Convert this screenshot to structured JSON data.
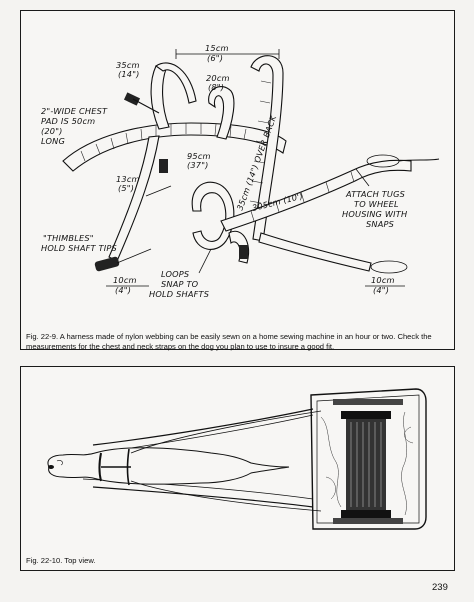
{
  "figure_1": {
    "labels": {
      "top_width": "15cm",
      "top_width_in": "(6\")",
      "left_loop": "35cm",
      "left_loop_in": "(14\")",
      "mid_loop": "20cm",
      "mid_loop_in": "(8\")",
      "chest_pad_1": "2\"-WIDE CHEST",
      "chest_pad_2": "PAD IS 50cm",
      "chest_pad_3": "(20\")",
      "chest_pad_4": "LONG",
      "over_back": "35cm (14\") OVER BACK",
      "side_len": "95cm",
      "side_len_in": "(37\")",
      "short_len": "13cm",
      "short_len_in": "(5\")",
      "long_len": "305cm (10')",
      "thimbles_1": "\"THIMBLES\"",
      "thimbles_2": "HOLD SHAFT TIPS",
      "bottom_left_len": "10cm",
      "bottom_left_len_in": "(4\")",
      "loops_1": "LOOPS",
      "loops_2": "SNAP TO",
      "loops_3": "HOLD SHAFTS",
      "attach_1": "ATTACH TUGS",
      "attach_2": "TO WHEEL",
      "attach_3": "HOUSING WITH",
      "attach_4": "SNAPS",
      "bottom_right_len": "10cm",
      "bottom_right_len_in": "(4\")"
    },
    "caption": "Fig. 22-9. A harness made of nylon webbing can be easily sewn on a home sewing machine in an hour or two. Check the measurements for the chest and neck straps on the dog you plan to use to insure a good fit."
  },
  "figure_2": {
    "caption": "Fig. 22-10. Top view."
  },
  "page_number": "239"
}
